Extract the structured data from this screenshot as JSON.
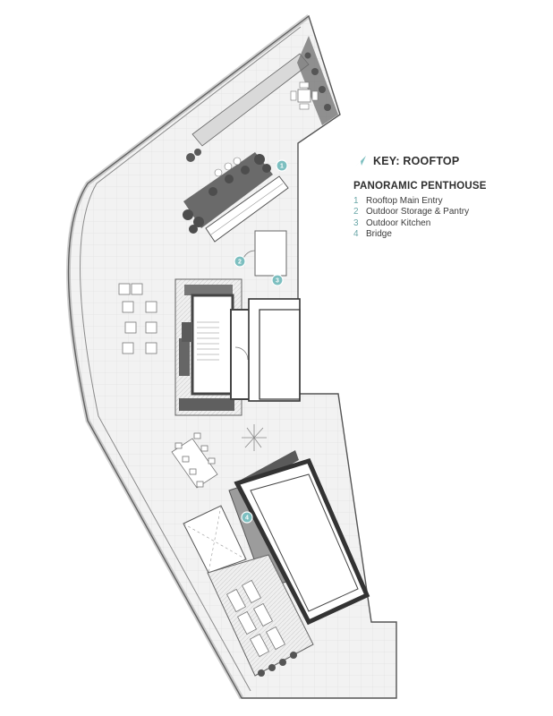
{
  "key": {
    "title": "KEY: ROOFTOP",
    "subtitle": "PANORAMIC PENTHOUSE",
    "items": [
      {
        "num": "1",
        "label": "Rooftop Main Entry"
      },
      {
        "num": "2",
        "label": "Outdoor Storage & Pantry"
      },
      {
        "num": "3",
        "label": "Outdoor Kitchen"
      },
      {
        "num": "4",
        "label": "Bridge"
      }
    ]
  },
  "markers": [
    "1",
    "2",
    "3",
    "4"
  ],
  "colors": {
    "accent": "#7dbfc0",
    "wall": "#4a4a4a",
    "paving": "#f1f1f1",
    "planter": "#5f5f5f"
  },
  "icons": {
    "key_arrow": "north-arrow-icon"
  }
}
